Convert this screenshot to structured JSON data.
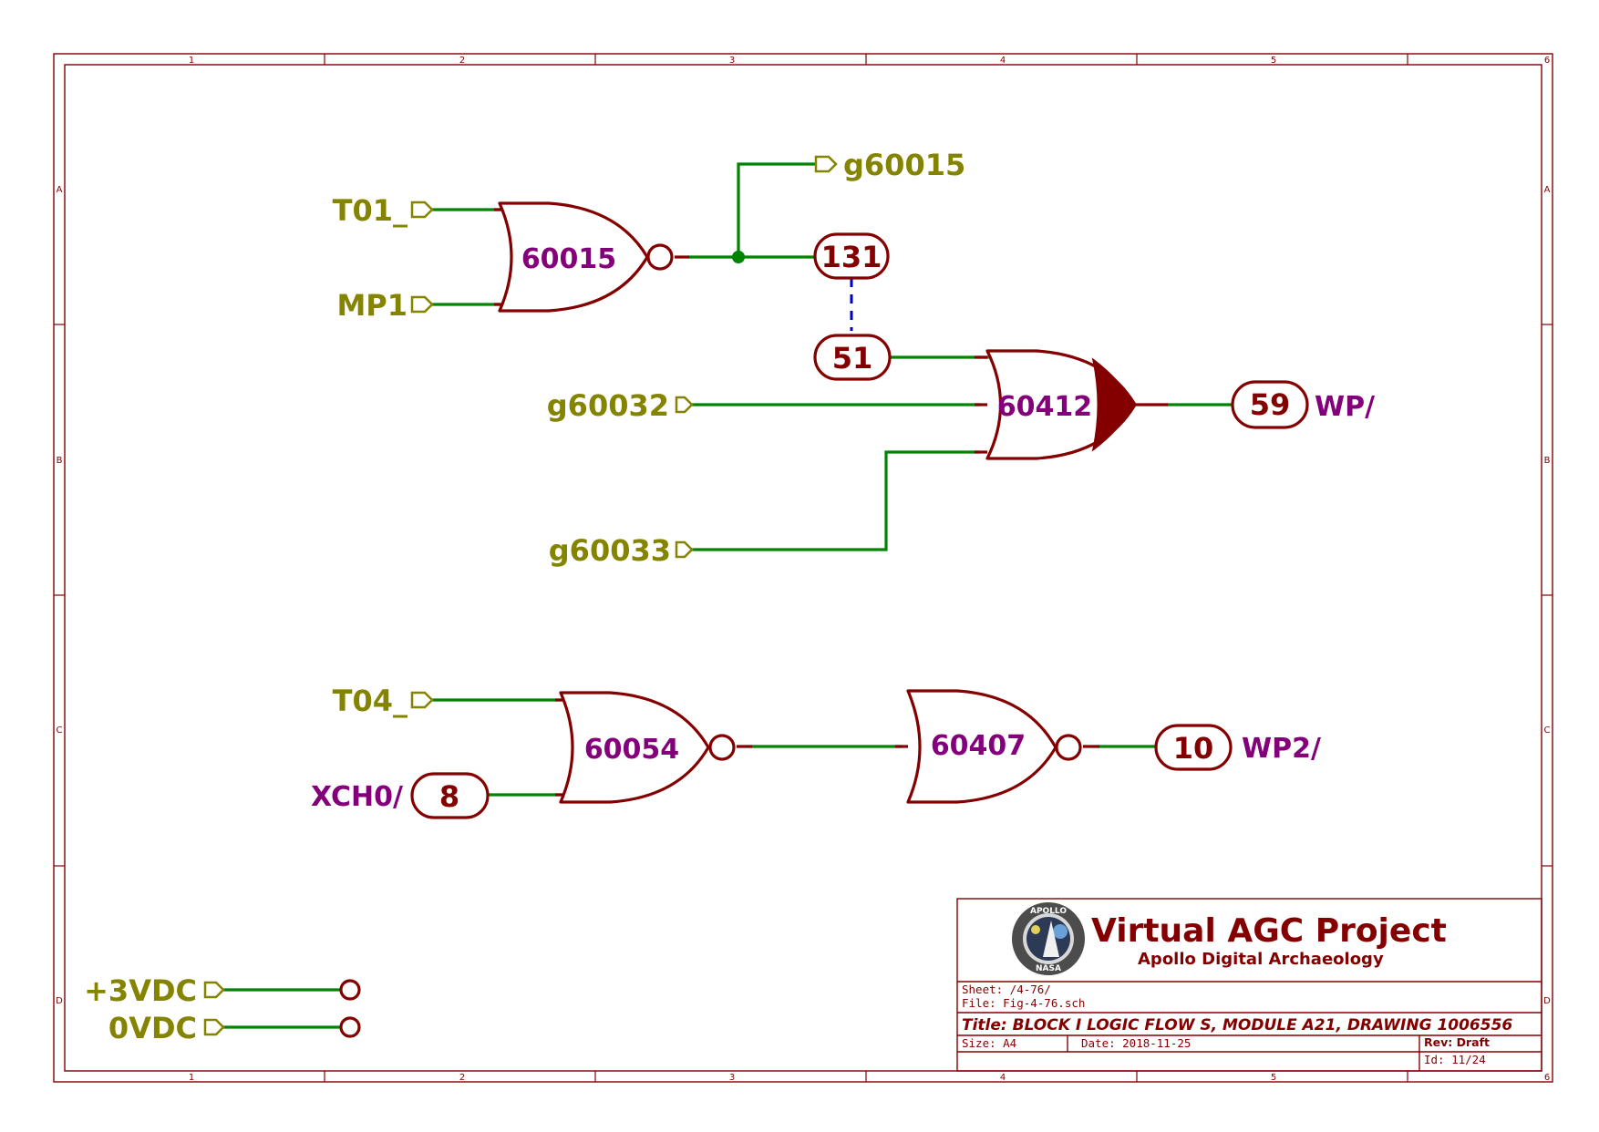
{
  "frame": {
    "columns": [
      "1",
      "2",
      "3",
      "4",
      "5",
      "6"
    ],
    "rows": [
      "A",
      "B",
      "C",
      "D"
    ]
  },
  "nets": {
    "t01": "T01_",
    "mp1": "MP1",
    "g60015": "g60015",
    "g60032": "g60032",
    "g60033": "g60033",
    "t04": "T04_",
    "p3vdc": "+3VDC",
    "p0vdc": "0VDC"
  },
  "gates": {
    "g60015": "60015",
    "g60412": "60412",
    "g60054": "60054",
    "g60407": "60407"
  },
  "connectors": {
    "c131": "131",
    "c51": "51",
    "c59": "59",
    "c10": "10",
    "c8": "8"
  },
  "signals": {
    "wp": "WP/",
    "wp2": "WP2/",
    "xch0": "XCH0/"
  },
  "title_block": {
    "org": "Virtual AGC Project",
    "org_sub": "Apollo Digital Archaeology",
    "logo_text_top": "APOLLO",
    "logo_text_bottom": "NASA",
    "sheet": "Sheet: /4-76/",
    "file": "File: Fig-4-76.sch",
    "title": "Title: BLOCK I LOGIC FLOW S, MODULE A21, DRAWING 1006556",
    "size": "Size: A4",
    "date": "Date: 2018-11-25",
    "rev": "Rev: Draft",
    "id": "Id: 11/24"
  },
  "colors": {
    "border": "#840000",
    "wire": "#008400",
    "net_label": "#848400",
    "gate_label": "#84007a",
    "dashed_link": "#0000c4"
  }
}
